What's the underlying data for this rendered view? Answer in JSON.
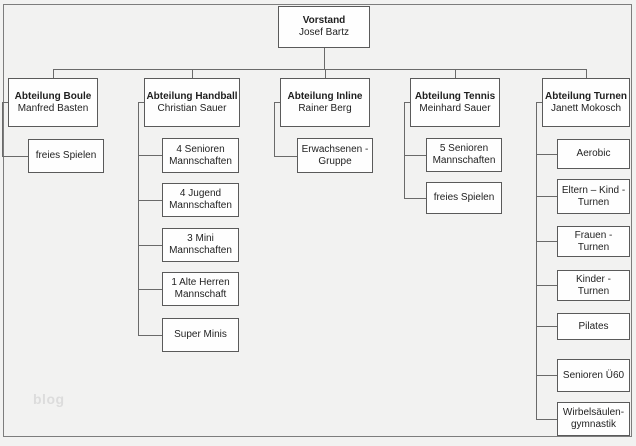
{
  "watermark": "blog",
  "colors": {
    "background": "#f2f2f1",
    "box_fill": "#fefefe",
    "box_border": "#5a5a5a",
    "connector_line": "#6a6a6a",
    "frame_border": "#7d7d7d",
    "text": "#1f1f1f",
    "watermark_text": "#dcdcdc"
  },
  "chart": {
    "type": "org-chart",
    "root": {
      "title": "Vorstand",
      "name": "Josef Bartz"
    },
    "departments": [
      {
        "title": "Abteilung Boule",
        "name": "Manfred Basten",
        "children": [
          "freies Spielen"
        ]
      },
      {
        "title": "Abteilung Handball",
        "name": "Christian Sauer",
        "children": [
          "4 Senioren Mannschaften",
          "4 Jugend Mannschaften",
          "3 Mini Mannschaften",
          "1 Alte Herren Mannschaft",
          "Super Minis"
        ]
      },
      {
        "title": "Abteilung Inline",
        "name": "Rainer Berg",
        "children": [
          "Erwachsenen - Gruppe"
        ]
      },
      {
        "title": "Abteilung Tennis",
        "name": "Meinhard Sauer",
        "children": [
          "5 Senioren Mannschaften",
          "freies Spielen"
        ]
      },
      {
        "title": "Abteilung Turnen",
        "name": "Janett Mokosch",
        "children": [
          "Aerobic",
          "Eltern – Kind - Turnen",
          "Frauen - Turnen",
          "Kinder - Turnen",
          "Pilates",
          "Senioren Ü60",
          "Wirbelsäulen-gymnastik"
        ]
      }
    ]
  }
}
